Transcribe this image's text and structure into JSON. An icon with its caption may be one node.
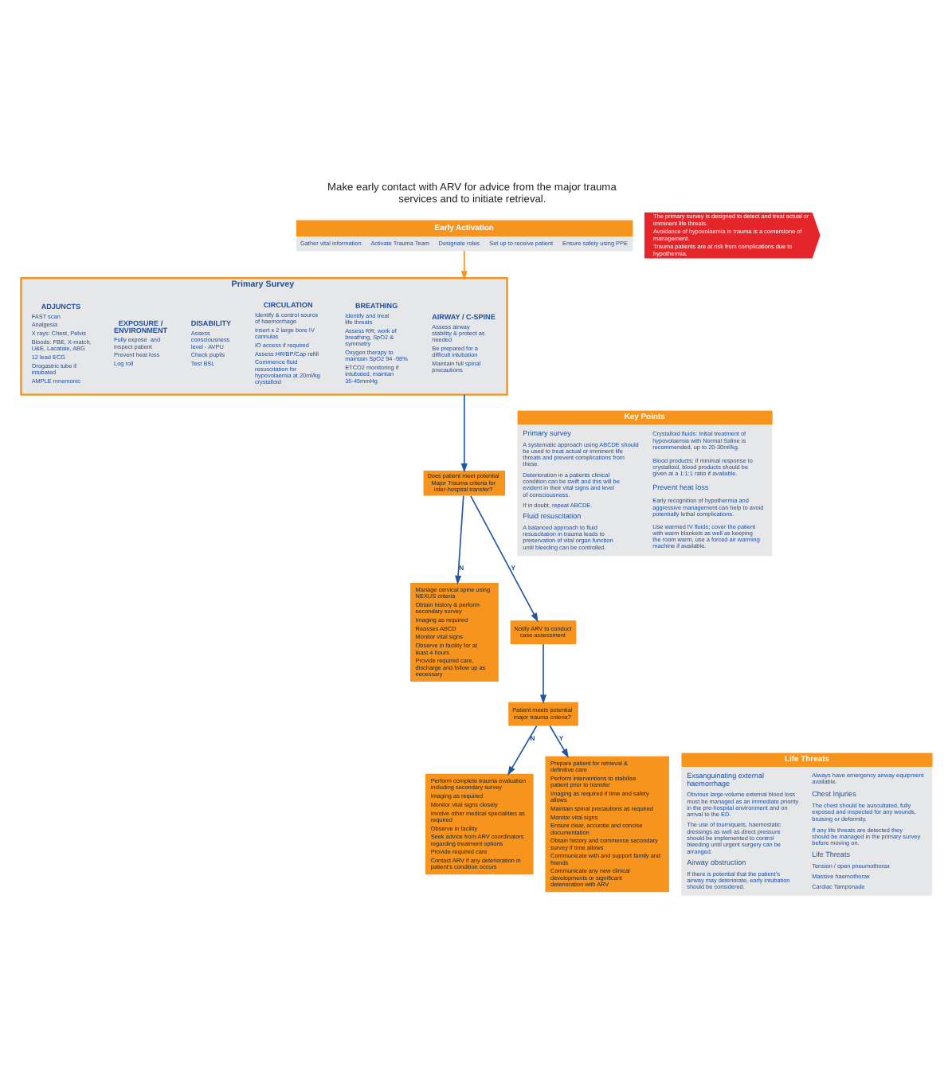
{
  "diagram": {
    "title": "Make early contact with ARV for advice from the major trauma services and to initiate retrieval.",
    "nodes": [
      {
        "text": [
          "Early Activation",
          "Gather vital information",
          "Activate Trauma Team",
          "Designate roles",
          "Set up to receive patient",
          "Ensure safety using PPE"
        ]
      },
      {
        "text": [
          "Primary Survey"
        ]
      },
      {
        "text": [
          "AIRWAY / C-SPINE",
          "Assess airway stability & protect as needed",
          "Be prepared for a difficult intubation",
          "Maintain full spinal precautions"
        ],
        "in": 1
      },
      {
        "text": [
          "BREATHING",
          "Identify and treat life threats",
          "Assess RR, work of breathing, SpO2 & symmetry",
          "Oxygen therapy to maintain SpO2 94 -98%",
          "ETCO2 monitoring if intubated, maintan 35-45mmHg"
        ],
        "in": 1
      },
      {
        "text": [
          "CIRCULATION",
          "Identify & control source of haemorrhage",
          "Insert x 2 large bore IV cannulas",
          "IO access if required",
          "Assess HR/BP/Cap refill",
          "Commence fluid resuscitation for hypovolaemia at 20ml/kg crystalloid"
        ],
        "in": 1
      },
      {
        "text": [
          "DISABILITY",
          "Assess consciousness level - AVPU",
          "Check pupils",
          "Test BSL"
        ],
        "in": 1
      },
      {
        "text": [
          "EXPOSURE / ENVIRONMENT",
          "Fully expose  and inspect patient",
          "Prevent heat loss",
          "Log roll"
        ],
        "in": 1
      },
      {
        "text": [
          "ADJUNCTS",
          "FAST scan",
          "Analgesia",
          "X rays: Chest, Pelvis",
          "Bloods: FBE, X-match, U&E, Lacatate, ABG",
          "12 lead ECG",
          "Orogastric tube if intubated",
          "AMPLE mnemonic"
        ],
        "in": 1
      },
      {
        "text": [
          "Does patient meet potential Major Trauma criteria for inter-hospital transfer?"
        ]
      },
      {
        "text": [
          "Manage cervical spine using NEXUS criteria",
          "Obtain history & perform secondary survey",
          "Imaging as required",
          "Reasses ABCD",
          "Monitor vital signs",
          "Observe in facility for at least 4 hours",
          "Provide required care, discharge and follow up as necessary"
        ]
      },
      {
        "text": [
          "Notify ARV to conduct case assessment"
        ]
      },
      {
        "text": [
          "Patient meets potential major trauma criteria?"
        ]
      },
      {
        "text": [
          "Perform complete trauma evaluation including secondary survey",
          "Imaging as required",
          "Monitor vital signs closely",
          "Involve other medical specialities as required",
          "Observe in facility",
          "Seek advice from ARV coordinators regarding treatment options",
          "Provide required care",
          "Contact ARV if any deterioration in patient's condition occurs"
        ]
      },
      {
        "text": [
          "Prepare patient for retrieval & definitive care",
          "Perform interventions to stabilise patient prior to transfer",
          "Imaging as required if time and safety allows",
          "Maintain spinal precautions as required",
          "Monitor vital signs",
          "Ensure clear, accurate and concise documentation",
          "Obtain history and commence secondary survey if time allows",
          "Communicate with and support family and friends",
          "Communicate any new clinical developments or significant deterioration with ARV"
        ]
      },
      {
        "text": [
          "Key Points",
          "Primary survey",
          "A systematic approach using ABCDE should be used to treat actual or imminent life threats and prevent complications from these.",
          "Deterioration in a patients clinical condition can be swift and this will be evident in their vital signs and level of consciousness.",
          "If in doubt, repeat ABCDE.",
          "Fluid resuscitation",
          "A balanced approach to fluid resuscitation in trauma leads to preservation of vital organ function until bleeding can be controlled.",
          "Crystalloid fluids: Initial treatment of hypovolaemia with Normal Saline is recommended, up to 20-30ml/kg.",
          "Blood products: if minimal response to crystalloid, blood products should be given at a 1:1:1 ratio if available.",
          "Prevent heat loss",
          "Early recognition of hypothermia and aggressive management can help to avoid potentially lethal complications.",
          "Use warmed IV fluids; cover the patient with warm blankets as well as keeping the room warm, use a forced air warming machine if available."
        ]
      },
      {
        "text": [
          "Life Threats",
          "Exsanguinating external haemorrhage",
          "Obvious large-volume external blood loss must be managed as an immediate priority in the pre-hospital environment and on arrival to the ED.",
          "The use of tourniquets, haemostatic dressings as well as direct pressure should be implemented to control bleeding until urgent surgery can be arranged.",
          "Airway obstruction",
          "If there is potential that the patient's airway may deteriorate, early intubation should be considered.",
          "Always have emergency airway equipment available.",
          "Chest Injuries",
          "The chest should be auscultated, fully exposed and inspected for any wounds, bruising or deformity.",
          "If any life threats are detected they should be managed in the primary survey before moving on.",
          "Life Threats",
          "Tension / open pneumothorax",
          "Massive haemothorax",
          "Cardiac Tamponade"
        ]
      },
      {
        "text": [
          "The primary survey is designed to detect and treat actual or imminent life threats.",
          "Avoidance of hypovolaemia in trauma is a cornerstone of management.",
          "Trauma patients are at risk from complications due to hypothermia."
        ]
      }
    ],
    "edges": [
      {
        "from": 0,
        "to": 1,
        "arrow": "to",
        "color": "#f7941d"
      },
      {
        "from": 1,
        "to": 8,
        "arrow": "to"
      },
      {
        "from": 8,
        "to": 9,
        "label": "N",
        "arrow": "to"
      },
      {
        "from": 8,
        "to": 10,
        "label": "Y",
        "arrow": "to"
      },
      {
        "from": 10,
        "to": 11,
        "arrow": "to"
      },
      {
        "from": 11,
        "to": 12,
        "label": "N",
        "arrow": "to"
      },
      {
        "from": 11,
        "to": 13,
        "label": "Y",
        "arrow": "to"
      }
    ]
  }
}
